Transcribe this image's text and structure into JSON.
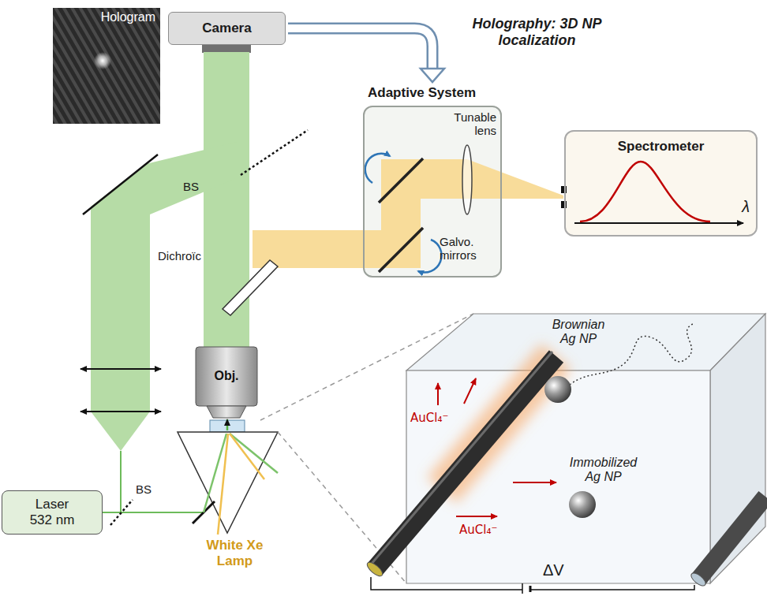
{
  "diagram": {
    "nodes": [
      {
        "text": [
          "Hologram"
        ]
      },
      {
        "text": [
          "Camera"
        ]
      },
      {
        "text": [
          "Adaptive System",
          "Tunable lens",
          "Galvo. mirrors"
        ]
      },
      {
        "text": [
          "Spectrometer",
          "λ"
        ]
      },
      {
        "text": [
          "Obj."
        ]
      },
      {
        "text": [
          "Laser 532 nm"
        ]
      }
    ],
    "edges": [
      {
        "from": 1,
        "to": 2,
        "arrow": "to"
      }
    ],
    "labels": [
      "Holography: 3D NP localization",
      "BS",
      "Dichroïc",
      "BS",
      "White Xe Lamp",
      "Brownian Ag NP",
      "Immobilized Ag NP",
      "AuCl₄⁻",
      "AuCl₄⁻",
      "ΔV"
    ]
  }
}
